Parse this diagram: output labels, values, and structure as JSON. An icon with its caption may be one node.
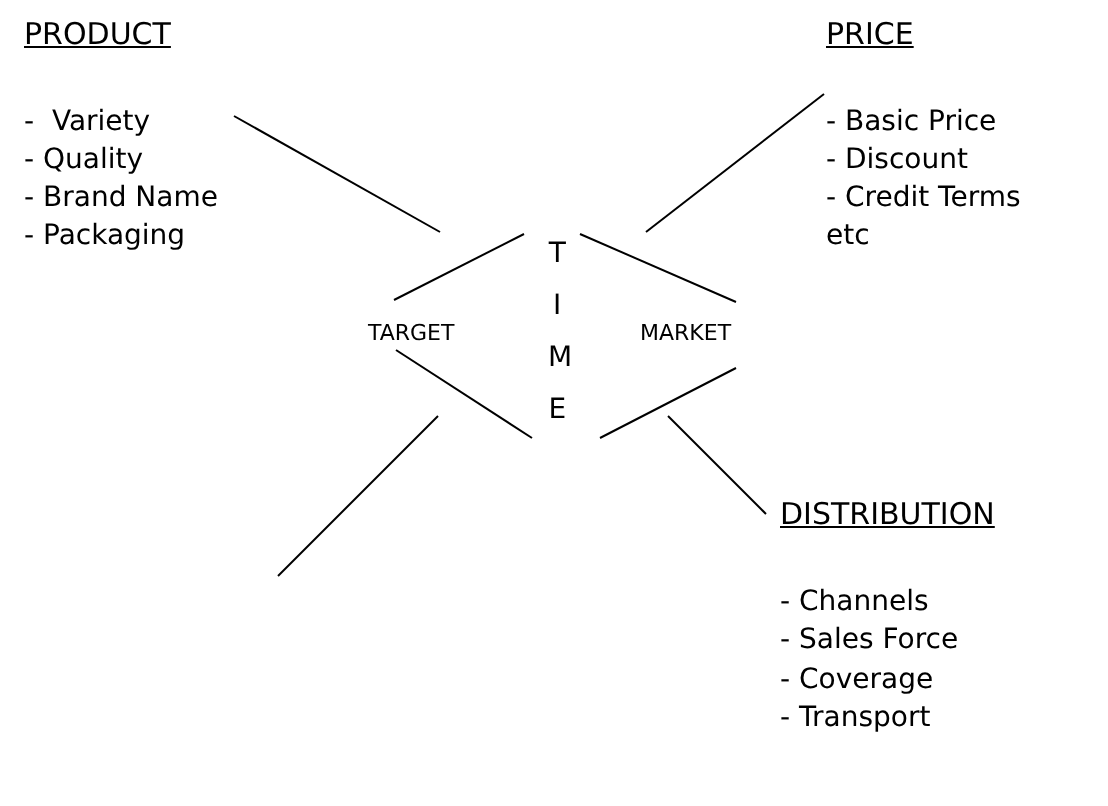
{
  "diagram": {
    "nodes": [
      {
        "text": [
          "PRODUCT",
          "-  Variety",
          "- Quality",
          "- Brand Name",
          "- Packaging"
        ]
      },
      {
        "text": [
          "PRICE",
          "- Basic Price",
          "- Discount",
          "- Credit Terms",
          "etc"
        ]
      },
      {
        "text": [
          "DISTRIBUTION",
          "- Channels",
          "- Sales Force",
          "- Coverage",
          "- Transport"
        ]
      },
      {
        "text": [
          "TARGET",
          "TIME",
          "MARKET"
        ]
      }
    ],
    "edges": [
      {
        "from": 0,
        "to": 3,
        "arrow": "none"
      },
      {
        "from": 3,
        "to": 1,
        "arrow": "none"
      },
      {
        "from": 3,
        "to": 2,
        "arrow": "none"
      },
      {
        "from": null,
        "to": 3,
        "arrow": "none"
      }
    ]
  }
}
